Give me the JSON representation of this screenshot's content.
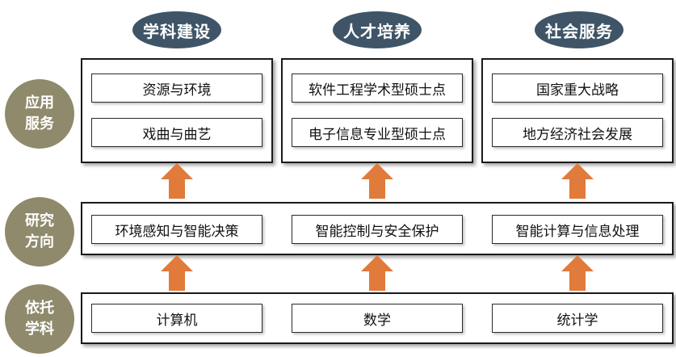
{
  "headers": [
    "学科建设",
    "人才培养",
    "社会服务"
  ],
  "rows": {
    "application": {
      "label_line1": "应用",
      "label_line2": "服务",
      "columns": [
        [
          "资源与环境",
          "戏曲与曲艺"
        ],
        [
          "软件工程学术型硕士点",
          "电子信息专业型硕士点"
        ],
        [
          "国家重大战略",
          "地方经济社会发展"
        ]
      ]
    },
    "research": {
      "label_line1": "研究",
      "label_line2": "方向",
      "items": [
        "环境感知与智能决策",
        "智能控制与安全保护",
        "智能计算与信息处理"
      ]
    },
    "discipline": {
      "label_line1": "依托",
      "label_line2": "学科",
      "items": [
        "计算机",
        "数学",
        "统计学"
      ]
    }
  },
  "colors": {
    "header_fill": "#3f5567",
    "row_label_fill": "#8f8a6b",
    "arrow_fill": "#e07b3c"
  }
}
